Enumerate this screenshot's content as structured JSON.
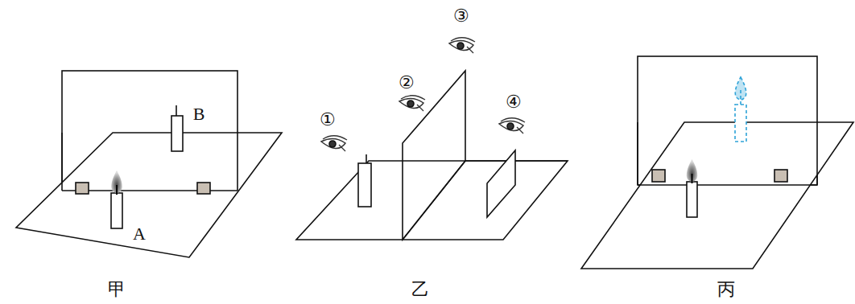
{
  "diagram": {
    "labels": [
      "B",
      "A",
      "甲",
      "③",
      "②",
      "①",
      "④",
      "乙",
      "丙"
    ]
  }
}
